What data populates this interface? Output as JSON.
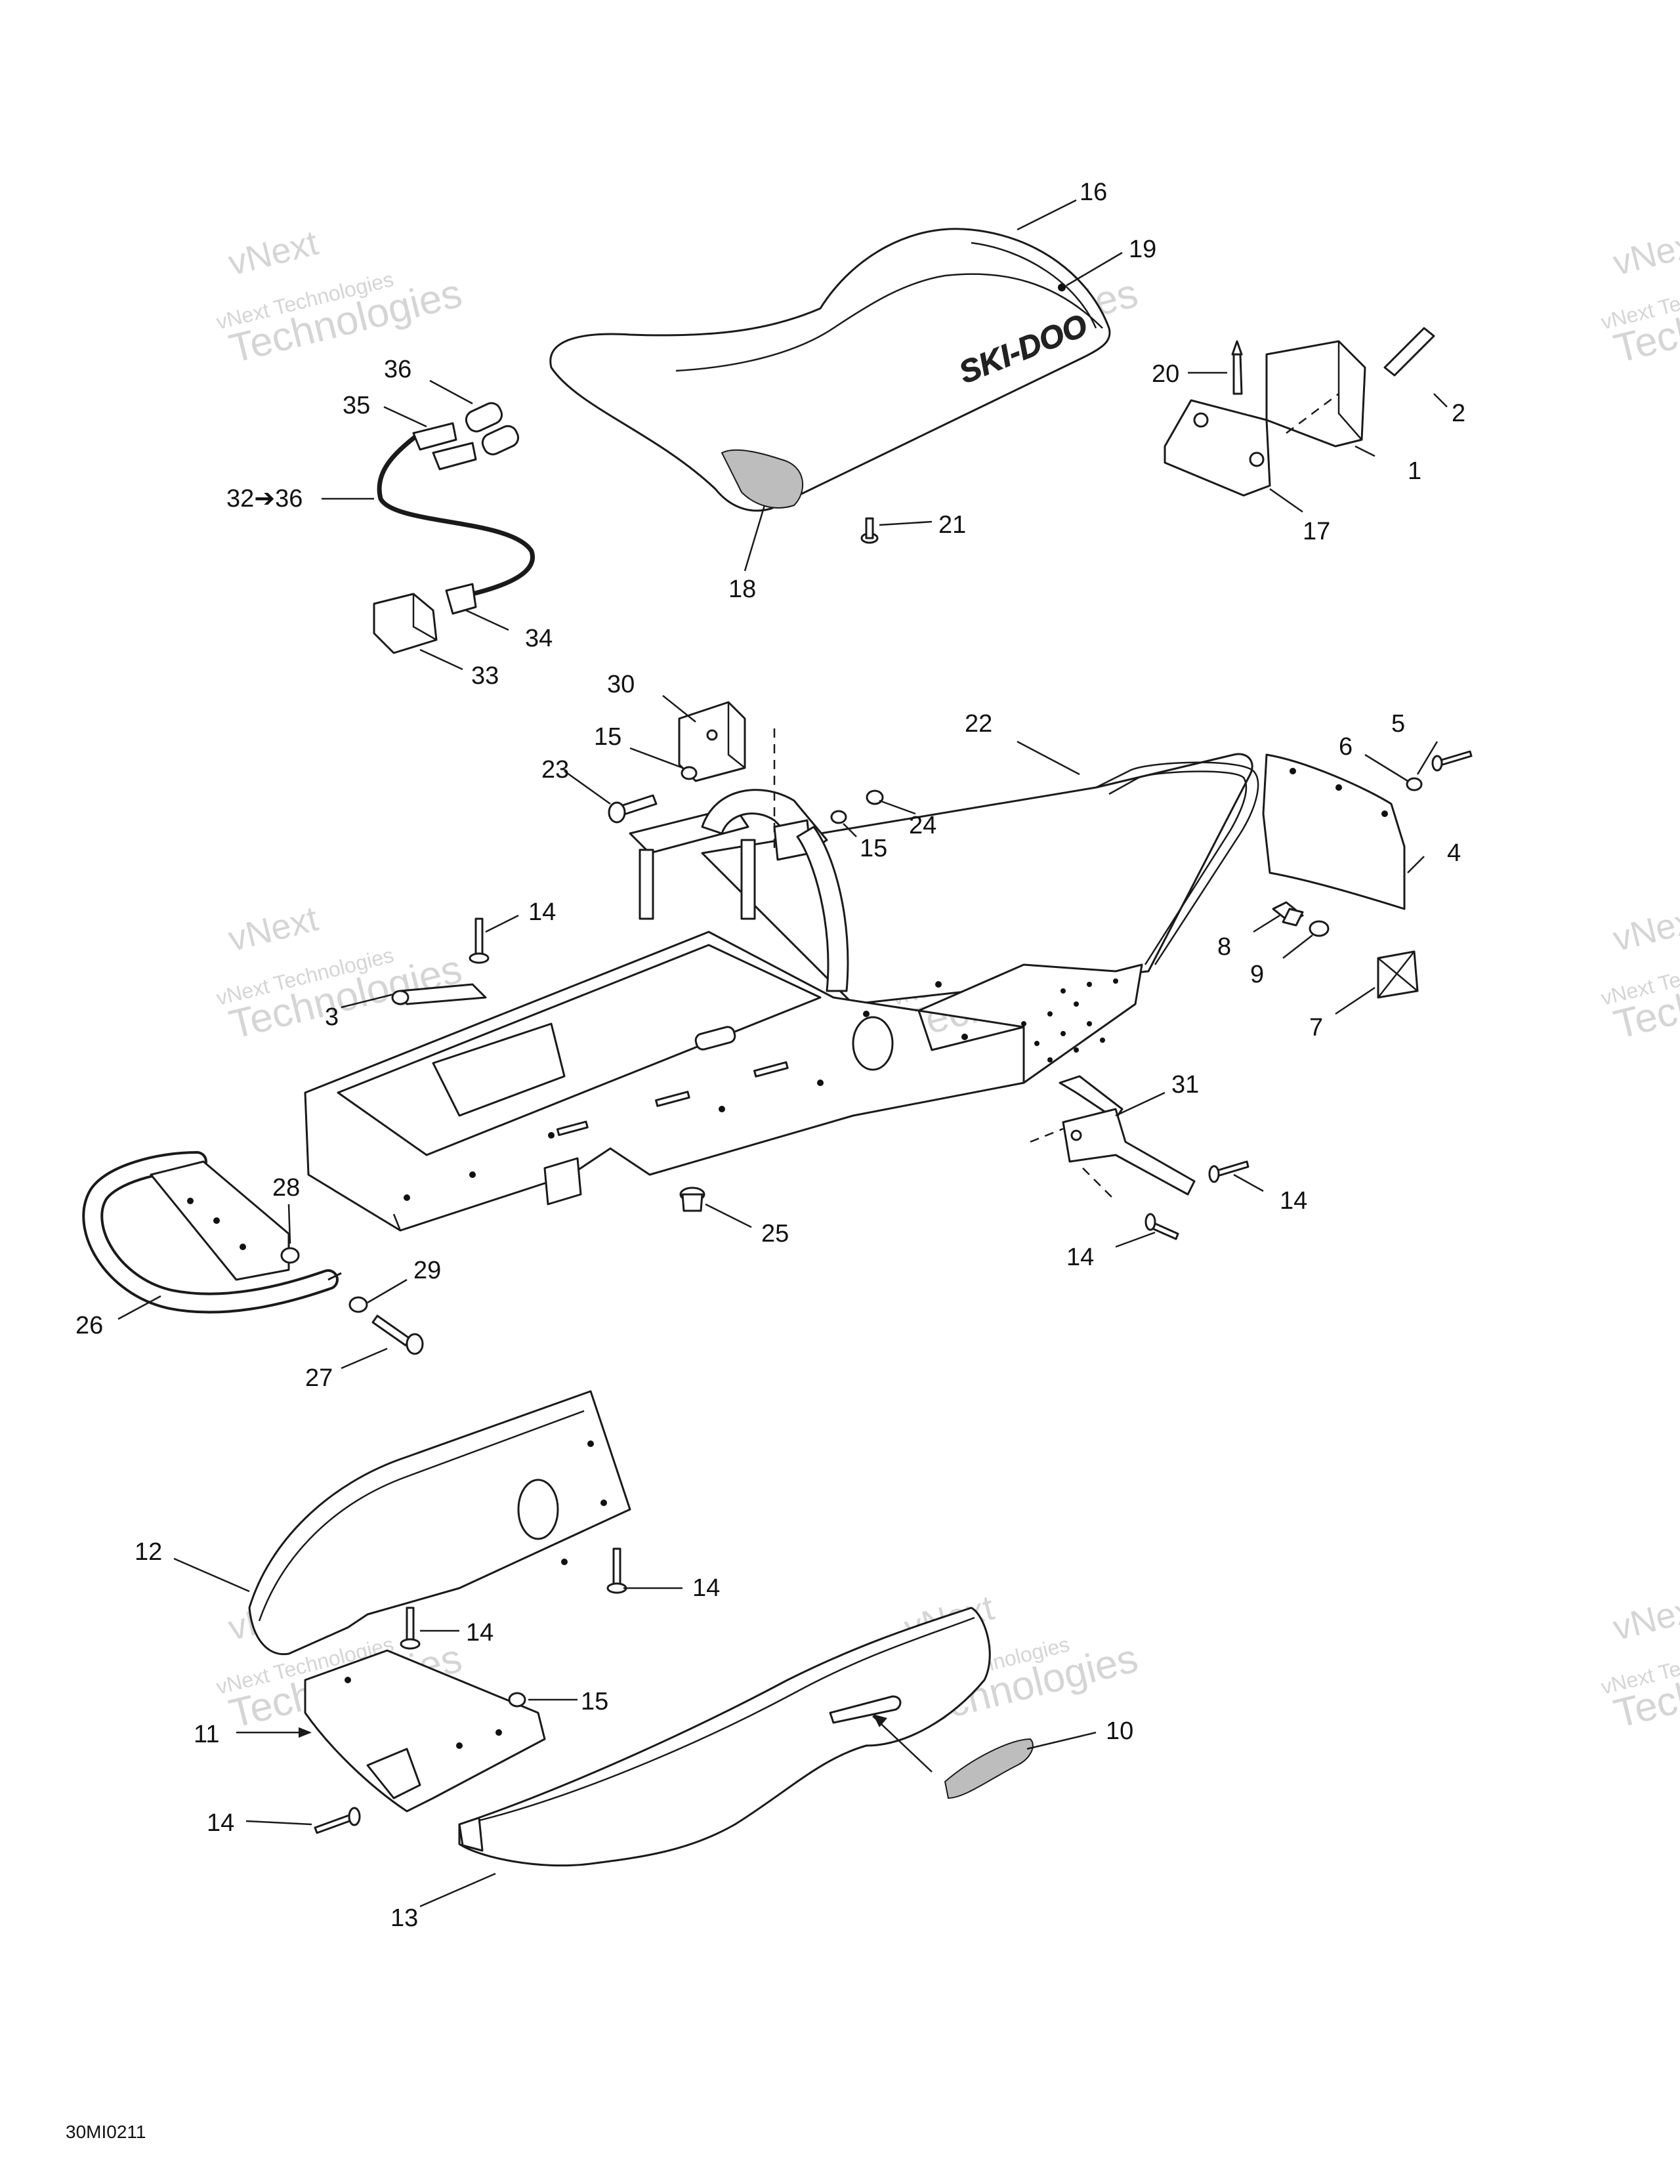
{
  "diagram_code": "30MI0211",
  "watermark": {
    "line1": "vNext",
    "line2": "vNext Technologies",
    "line3": "Technologies"
  },
  "seat_logo_text": "SKI-DOO",
  "callouts": {
    "c1": "1",
    "c2": "2",
    "c3": "3",
    "c4": "4",
    "c5": "5",
    "c6": "6",
    "c7": "7",
    "c8": "8",
    "c9": "9",
    "c10": "10",
    "c11": "11",
    "c12": "12",
    "c13": "13",
    "c14a": "14",
    "c14b": "14",
    "c14c": "14",
    "c14d": "14",
    "c14e": "14",
    "c14f": "14",
    "c15a": "15",
    "c15b": "15",
    "c15c": "15",
    "c16": "16",
    "c17": "17",
    "c18": "18",
    "c19": "19",
    "c20": "20",
    "c21": "21",
    "c22": "22",
    "c23": "23",
    "c24": "24",
    "c25": "25",
    "c26": "26",
    "c27": "27",
    "c28": "28",
    "c29": "29",
    "c30": "30",
    "c31": "31",
    "c32": "32➔36",
    "c33": "33",
    "c34": "34",
    "c35": "35",
    "c36": "36"
  }
}
